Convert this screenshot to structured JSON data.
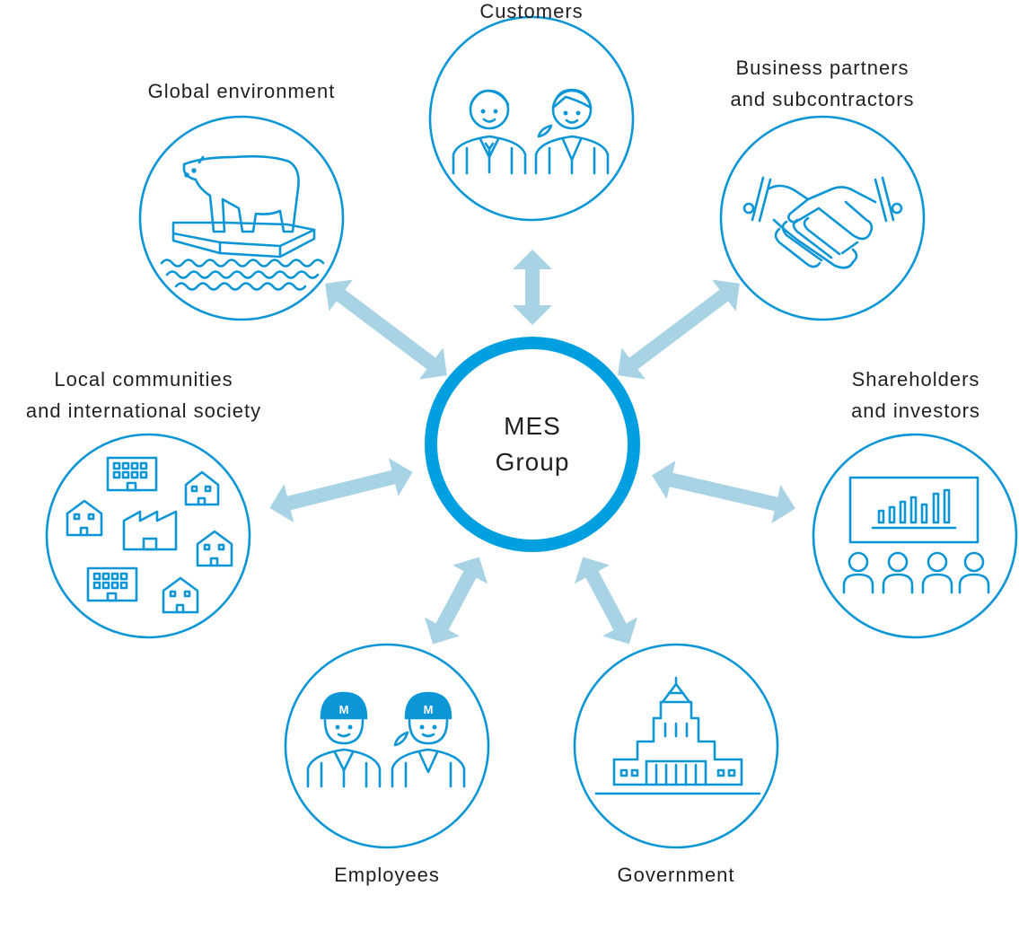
{
  "center": {
    "line1": "MES",
    "line2": "Group"
  },
  "stakeholders": {
    "customers": {
      "line1": "Customers"
    },
    "business_partners": {
      "line1": "Business partners",
      "line2": "and subcontractors"
    },
    "shareholders": {
      "line1": "Shareholders",
      "line2": "and investors"
    },
    "government": {
      "line1": "Government"
    },
    "employees": {
      "line1": "Employees",
      "helmet_letter": "M"
    },
    "local_communities": {
      "line1": "Local communities",
      "line2": "and international society"
    },
    "global_environment": {
      "line1": "Global environment"
    }
  },
  "colors": {
    "circle_stroke": "#0d96d6",
    "center_ring": "#00a0e0",
    "arrow_fill": "#a7d3e5",
    "text": "#231f20"
  },
  "icons": {
    "customers": "two-business-people-icon",
    "business_partners": "handshake-icon",
    "shareholders": "presentation-audience-icon",
    "government": "parliament-building-icon",
    "employees": "workers-with-helmets-icon",
    "local_communities": "town-buildings-icon",
    "global_environment": "polar-bear-on-ice-icon"
  }
}
